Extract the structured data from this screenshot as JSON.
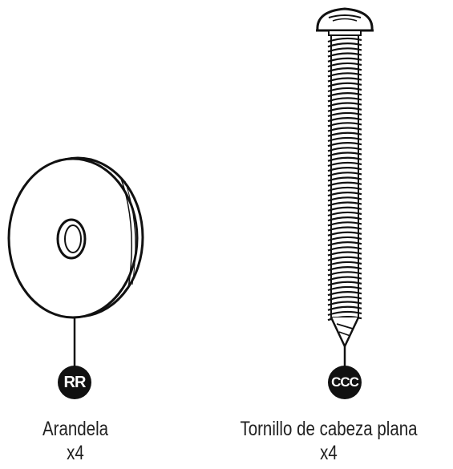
{
  "parts": [
    {
      "code": "RR",
      "name": "Arandela",
      "quantity": "x4",
      "icon": "washer-icon"
    },
    {
      "code": "CCC",
      "name": "Tornillo de cabeza plana",
      "quantity": "x4",
      "icon": "pan-head-screw-icon"
    }
  ]
}
